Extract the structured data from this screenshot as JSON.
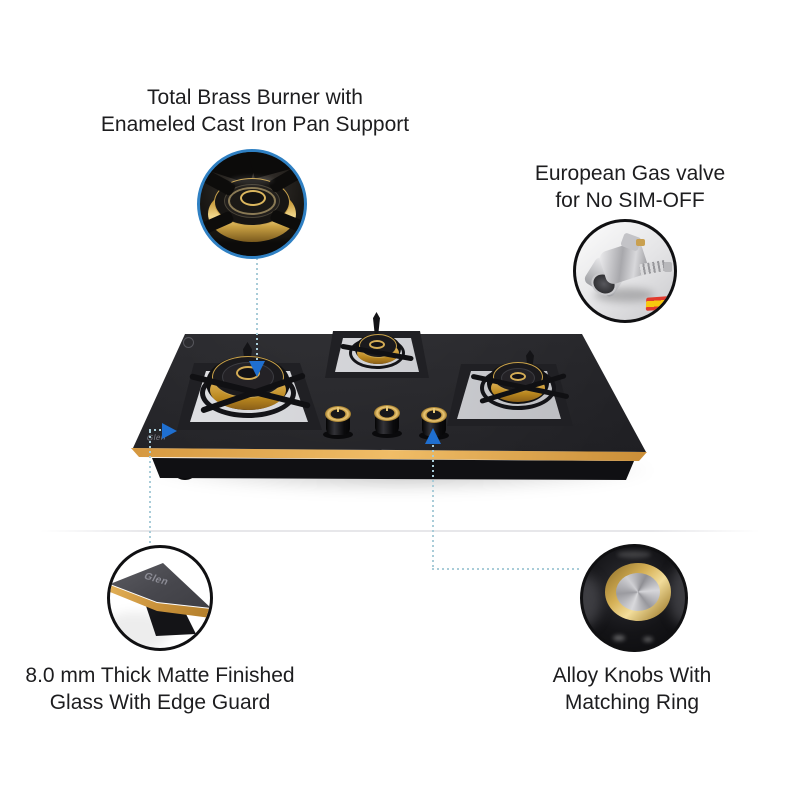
{
  "brand": {
    "name": "Glen",
    "hob_logo": "Glen",
    "glass_logo": "Glen"
  },
  "callouts": {
    "burner": {
      "line1": "Total Brass Burner with",
      "line2": "Enameled Cast Iron Pan Support"
    },
    "valve": {
      "line1": "European Gas valve",
      "line2": "for No SIM-OFF"
    },
    "glass": {
      "line1": "8.0 mm Thick Matte Finished",
      "line2": "Glass With Edge Guard"
    },
    "knobs": {
      "line1": "Alloy Knobs With",
      "line2": "Matching Ring"
    }
  },
  "icons": {
    "flag": "spain-flag-icon"
  },
  "colors": {
    "accent_circle_blue": "#2f80c3",
    "arrow_blue": "#1f6fd0",
    "dotted_line_blue": "#a9ccd8",
    "brass_gold": "#d9a94e",
    "text": "#1d1d1f",
    "background": "#ffffff"
  }
}
